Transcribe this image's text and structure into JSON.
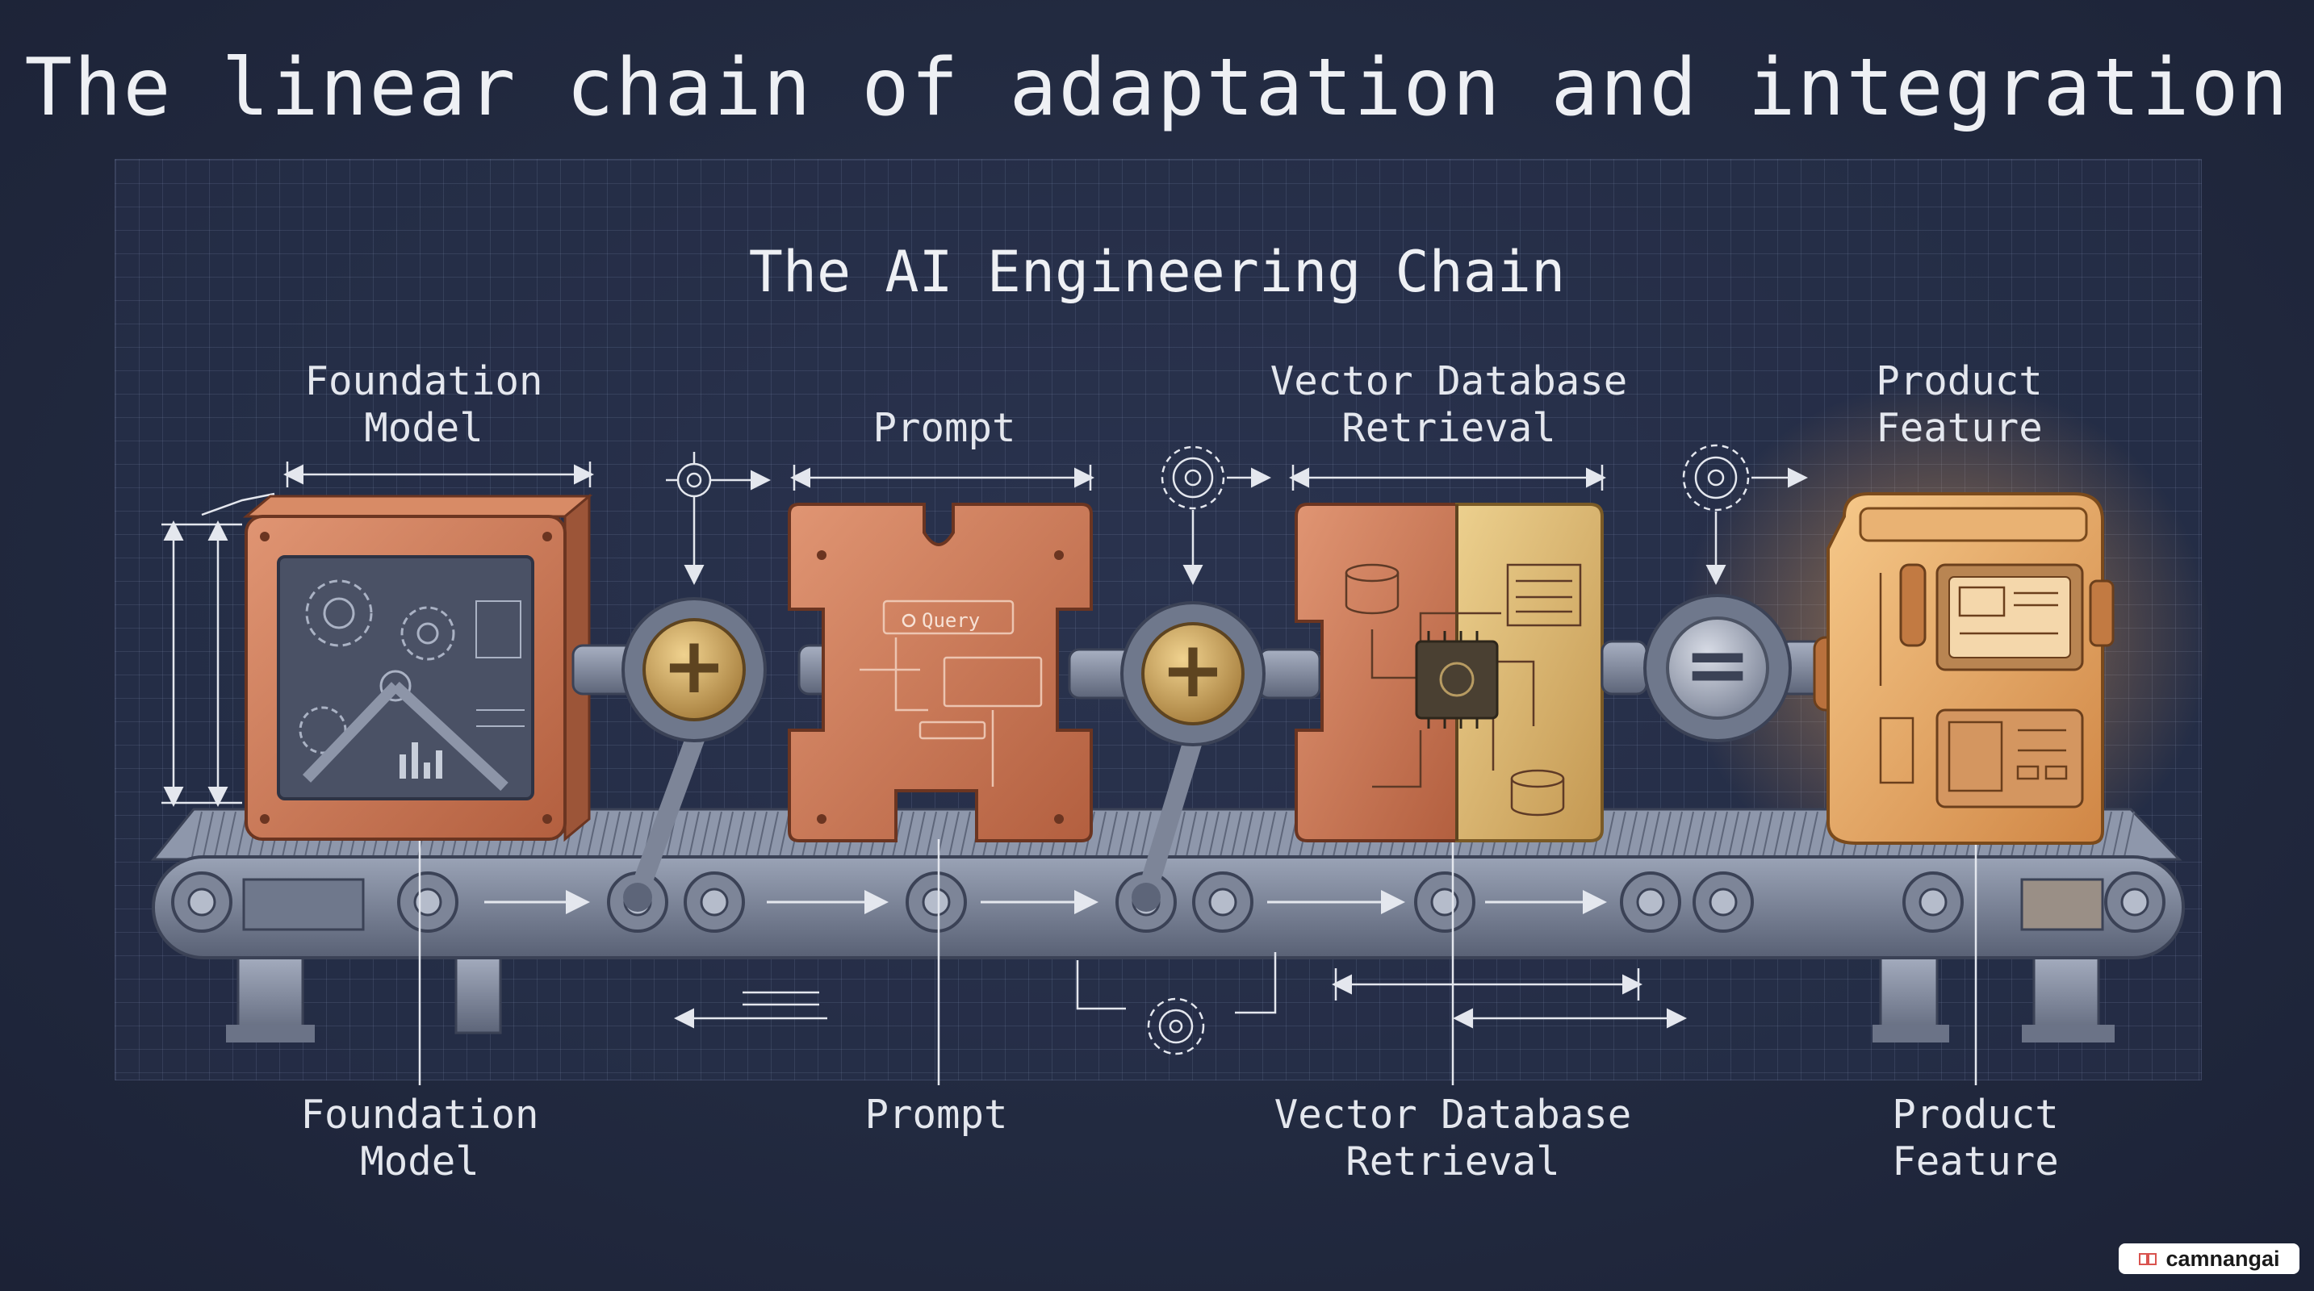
{
  "title": "The linear chain of adaptation and integration",
  "subtitle": "The AI Engineering Chain",
  "top_labels": {
    "foundation_model": "Foundation\nModel",
    "prompt": "Prompt",
    "vector_database_retrieval": "Vector Database\nRetrieval",
    "product_feature": "Product\nFeature"
  },
  "bottom_labels": {
    "foundation_model": "Foundation\nModel",
    "prompt": "Prompt",
    "vector_database_retrieval": "Vector Database\nRetrieval",
    "product_feature": "Product\nFeature"
  },
  "puzzle_text": {
    "query": "Query"
  },
  "connectors": {
    "plus_1": "+",
    "plus_2": "+",
    "equals": "="
  },
  "watermark": {
    "text": "camnangai"
  },
  "colors": {
    "background": "#232a40",
    "copper": "#c8744f",
    "copper_dark": "#8f4a2f",
    "gold": "#d9b56a",
    "steel": "#8b94a8",
    "glow": "#ffb061"
  }
}
